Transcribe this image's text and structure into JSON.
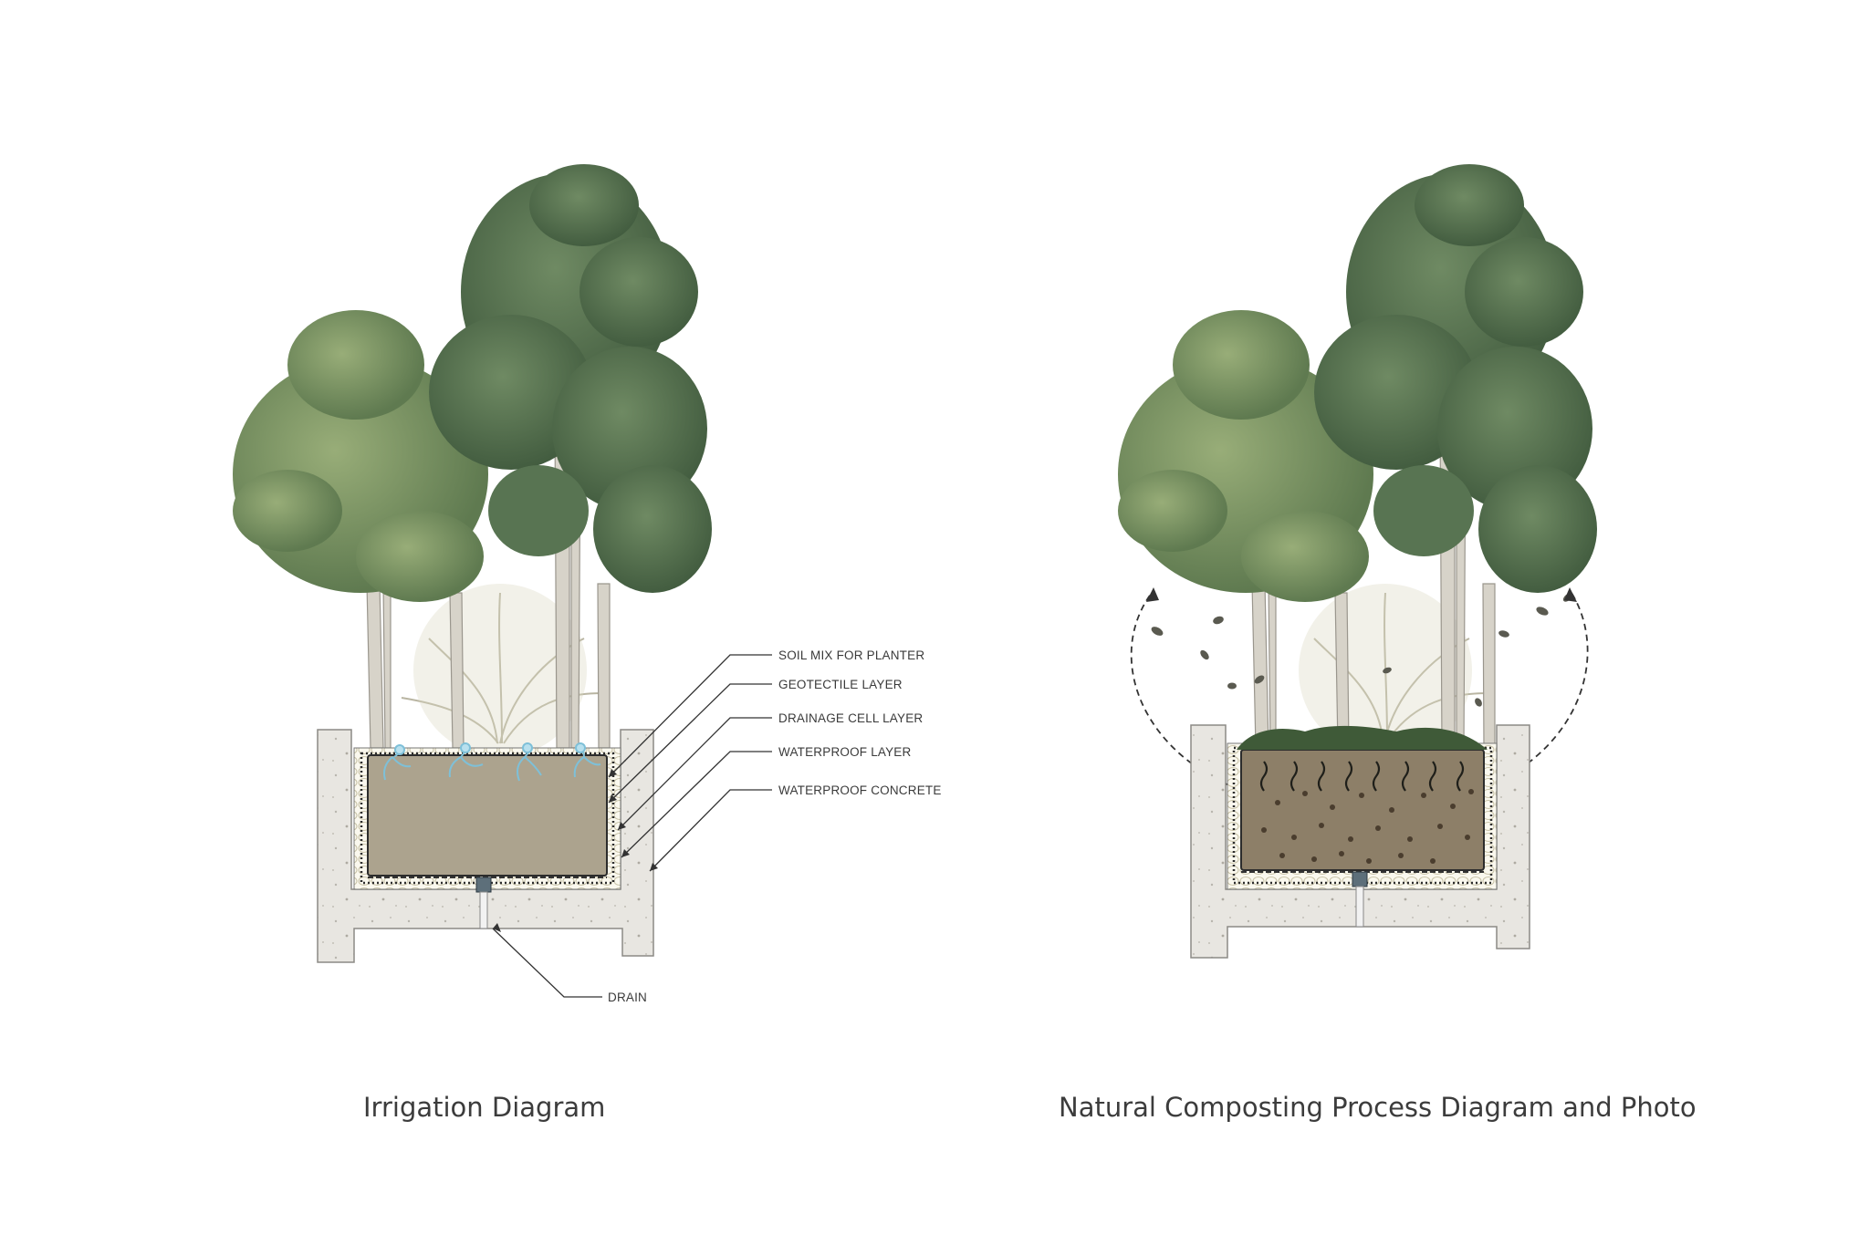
{
  "left_diagram": {
    "caption": "Irrigation Diagram",
    "layers": [
      "SOIL MIX FOR PLANTER",
      "GEOTECTILE LAYER",
      "DRAINAGE CELL LAYER",
      "WATERPROOF LAYER",
      "WATERPROOF CONCRETE"
    ],
    "drain_label": "DRAIN"
  },
  "right_diagram": {
    "caption": "Natural Composting Process Diagram and Photo"
  },
  "colors": {
    "foliage_dark": "#4f6b4b",
    "foliage_light": "#7e9a68",
    "soil": "#aca38e",
    "compost_soil": "#8d7f68",
    "concrete": "#e6e4df",
    "water": "#8ec7dc"
  }
}
